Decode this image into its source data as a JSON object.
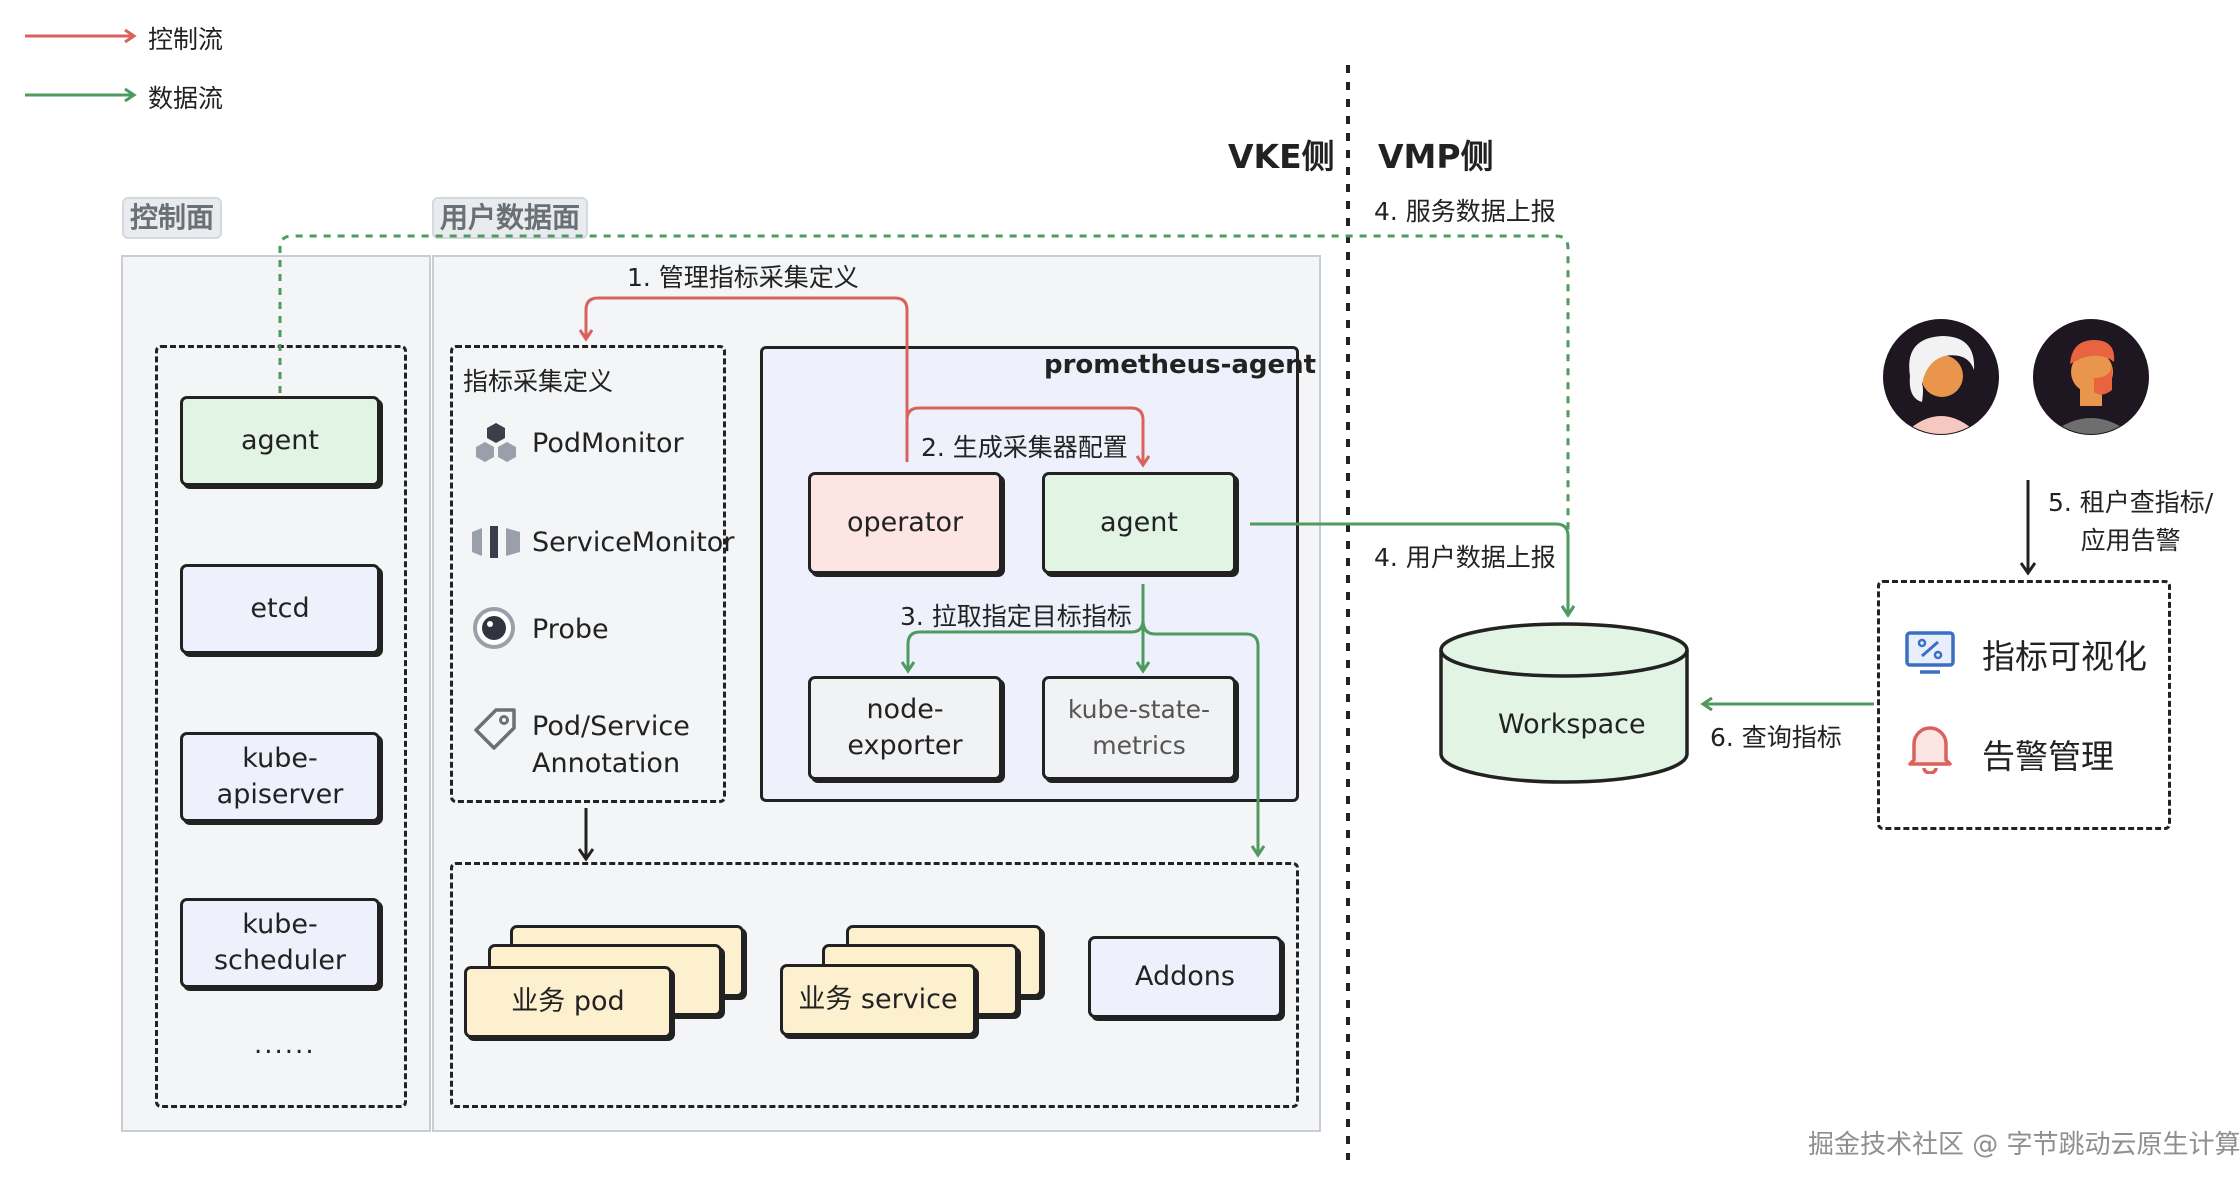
{
  "legend": {
    "control_flow": "控制流",
    "data_flow": "数据流"
  },
  "sides": {
    "vke": "VKE侧",
    "vmp": "VMP侧"
  },
  "sections": {
    "control_plane": "控制面",
    "user_data_plane": "用户数据面"
  },
  "control_plane_nodes": [
    "agent",
    "etcd",
    "kube-apiserver",
    "kube-\nscheduler",
    "......"
  ],
  "metric_defs": {
    "title": "指标采集定义",
    "items": [
      "PodMonitor",
      "ServiceMonitor",
      "Probe",
      "Pod/Service\nAnnotation"
    ]
  },
  "prometheus_agent": {
    "title": "prometheus-agent",
    "operator": "operator",
    "agent": "agent",
    "node_exporter": "node-exporter",
    "kube_state_metrics": "kube-state-\nmetrics"
  },
  "workloads": {
    "pod": "业务 pod",
    "service": "业务 service",
    "addons": "Addons"
  },
  "steps": {
    "s1": "1. 管理指标采集定义",
    "s2": "2. 生成采集器配置",
    "s3": "3. 拉取指定目标指标",
    "s4_service": "4. 服务数据上报",
    "s4_user": "4. 用户数据上报",
    "s5": "5. 租户查指标/\n应用告警",
    "s6": "6. 查询指标"
  },
  "vmp": {
    "workspace": "Workspace",
    "visualize": "指标可视化",
    "alerting": "告警管理"
  },
  "watermark": "掘金技术社区 @ 字节跳动云原生计算",
  "colors": {
    "control": "#d9625e",
    "data": "#4f9a5f"
  }
}
